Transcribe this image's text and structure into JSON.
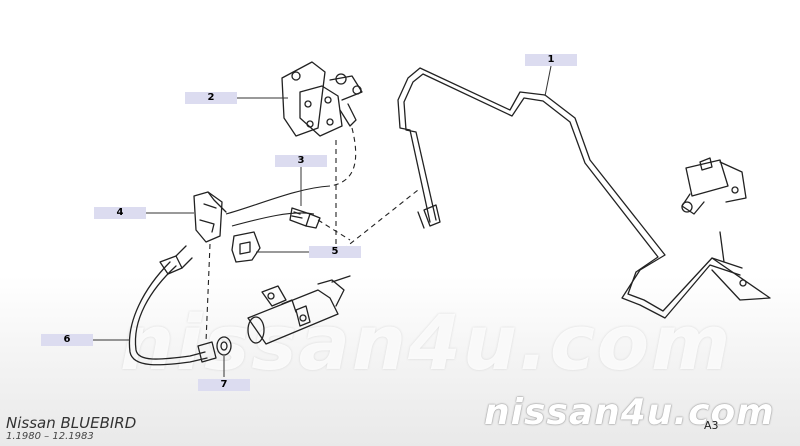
{
  "diagram": {
    "callouts": [
      {
        "id": "1",
        "label": "1"
      },
      {
        "id": "2",
        "label": "2"
      },
      {
        "id": "3",
        "label": "3"
      },
      {
        "id": "4",
        "label": "4"
      },
      {
        "id": "5",
        "label": "5"
      },
      {
        "id": "6",
        "label": "6"
      },
      {
        "id": "7",
        "label": "7"
      }
    ],
    "watermark_main": "nissan4u.com",
    "watermark_corner": "nissan4u.com",
    "model": "Nissan BLUEBIRD",
    "production": "1.1980  –  12.1983",
    "diagram_code": "A3"
  },
  "colors": {
    "callout_bg": "#dcdcf0",
    "line": "#222222"
  }
}
